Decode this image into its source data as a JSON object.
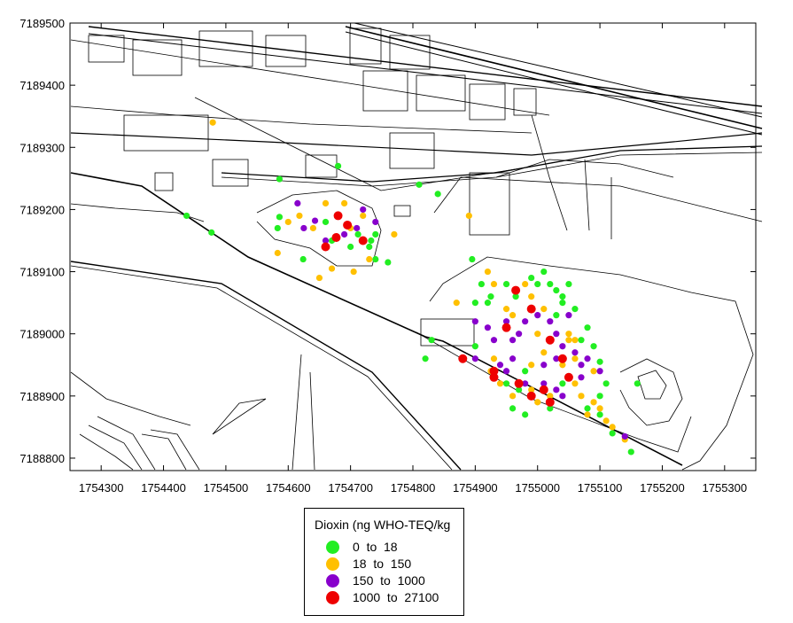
{
  "map": {
    "x_ticks": [
      "1754300",
      "1754400",
      "1754500",
      "1754600",
      "1754700",
      "1754800",
      "1754900",
      "1755000",
      "1755100",
      "1755200",
      "1755300"
    ],
    "y_ticks": [
      "7189500",
      "7189400",
      "7189300",
      "7189200",
      "7189100",
      "7189000",
      "7188900",
      "7188800"
    ],
    "xlim": [
      1754250,
      1755350
    ],
    "ylim": [
      7188780,
      7189500
    ]
  },
  "legend": {
    "title": "Dioxin (ng WHO-TEQ/kg",
    "classes": [
      {
        "label": "0  to  18",
        "color": "#22ee22"
      },
      {
        "label": "18  to  150",
        "color": "#ffc000"
      },
      {
        "label": "150  to  1000",
        "color": "#8800cc"
      },
      {
        "label": "1000  to  27100",
        "color": "#ee0000"
      }
    ]
  },
  "chart_data": {
    "type": "scatter",
    "title": "",
    "xlabel": "",
    "ylabel": "",
    "xlim": [
      1754250,
      1755350
    ],
    "ylim": [
      7188780,
      7189500
    ],
    "grid": false,
    "legend_position": "bottom-center",
    "series": [
      {
        "name": "0  to  18",
        "color": "#22ee22",
        "points": [
          [
            1754437,
            7189190
          ],
          [
            1754477,
            7189163
          ],
          [
            1754586,
            7189249
          ],
          [
            1754586,
            7189188
          ],
          [
            1754583,
            7189170
          ],
          [
            1754624,
            7189120
          ],
          [
            1754660,
            7189180
          ],
          [
            1754712,
            7189160
          ],
          [
            1754733,
            7189150
          ],
          [
            1754740,
            7189160
          ],
          [
            1754730,
            7189140
          ],
          [
            1754670,
            7189150
          ],
          [
            1754700,
            7189140
          ],
          [
            1754740,
            7189120
          ],
          [
            1754760,
            7189115
          ],
          [
            1754680,
            7189270
          ],
          [
            1754810,
            7189240
          ],
          [
            1754840,
            7189225
          ],
          [
            1754895,
            7189120
          ],
          [
            1754910,
            7189080
          ],
          [
            1754925,
            7189060
          ],
          [
            1754900,
            7189050
          ],
          [
            1754920,
            7189050
          ],
          [
            1754950,
            7189080
          ],
          [
            1754965,
            7189060
          ],
          [
            1754990,
            7189090
          ],
          [
            1755000,
            7189080
          ],
          [
            1755010,
            7189100
          ],
          [
            1755020,
            7189080
          ],
          [
            1755030,
            7189070
          ],
          [
            1755040,
            7189060
          ],
          [
            1755050,
            7189080
          ],
          [
            1755040,
            7189050
          ],
          [
            1755030,
            7189030
          ],
          [
            1755060,
            7189040
          ],
          [
            1755080,
            7189010
          ],
          [
            1755090,
            7188980
          ],
          [
            1755100,
            7188955
          ],
          [
            1755110,
            7188920
          ],
          [
            1755100,
            7188900
          ],
          [
            1755080,
            7188880
          ],
          [
            1755100,
            7188870
          ],
          [
            1755120,
            7188840
          ],
          [
            1755150,
            7188810
          ],
          [
            1755070,
            7188990
          ],
          [
            1755040,
            7188920
          ],
          [
            1755020,
            7188880
          ],
          [
            1754980,
            7188940
          ],
          [
            1754970,
            7188910
          ],
          [
            1754950,
            7188920
          ],
          [
            1754830,
            7188990
          ],
          [
            1754820,
            7188960
          ],
          [
            1754900,
            7188980
          ],
          [
            1754960,
            7188880
          ],
          [
            1754980,
            7188870
          ],
          [
            1755160,
            7188920
          ]
        ]
      },
      {
        "name": "18  to  150",
        "color": "#ffc000",
        "points": [
          [
            1754479,
            7189340
          ],
          [
            1754583,
            7189130
          ],
          [
            1754600,
            7189180
          ],
          [
            1754618,
            7189190
          ],
          [
            1754640,
            7189170
          ],
          [
            1754660,
            7189210
          ],
          [
            1754690,
            7189210
          ],
          [
            1754700,
            7189170
          ],
          [
            1754720,
            7189190
          ],
          [
            1754730,
            7189120
          ],
          [
            1754770,
            7189160
          ],
          [
            1754650,
            7189090
          ],
          [
            1754670,
            7189105
          ],
          [
            1754705,
            7189100
          ],
          [
            1754890,
            7189190
          ],
          [
            1754870,
            7189050
          ],
          [
            1754920,
            7189100
          ],
          [
            1754930,
            7189080
          ],
          [
            1754950,
            7189040
          ],
          [
            1754960,
            7189030
          ],
          [
            1754980,
            7189080
          ],
          [
            1754990,
            7189060
          ],
          [
            1755010,
            7189040
          ],
          [
            1755050,
            7189000
          ],
          [
            1755060,
            7188990
          ],
          [
            1755000,
            7189000
          ],
          [
            1755010,
            7188970
          ],
          [
            1754990,
            7188950
          ],
          [
            1754930,
            7188960
          ],
          [
            1754925,
            7188940
          ],
          [
            1754940,
            7188920
          ],
          [
            1754960,
            7188900
          ],
          [
            1755000,
            7188890
          ],
          [
            1755020,
            7188900
          ],
          [
            1755070,
            7188900
          ],
          [
            1755080,
            7188870
          ],
          [
            1755090,
            7188890
          ],
          [
            1755100,
            7188880
          ],
          [
            1755110,
            7188860
          ],
          [
            1755120,
            7188850
          ],
          [
            1755140,
            7188830
          ],
          [
            1755060,
            7188920
          ],
          [
            1755090,
            7188940
          ],
          [
            1755060,
            7188960
          ],
          [
            1755050,
            7188990
          ],
          [
            1755040,
            7188950
          ],
          [
            1754990,
            7188910
          ]
        ]
      },
      {
        "name": "150  to  1000",
        "color": "#8800cc",
        "points": [
          [
            1754615,
            7189210
          ],
          [
            1754625,
            7189170
          ],
          [
            1754643,
            7189182
          ],
          [
            1754660,
            7189150
          ],
          [
            1754690,
            7189160
          ],
          [
            1754710,
            7189170
          ],
          [
            1754740,
            7189180
          ],
          [
            1754720,
            7189200
          ],
          [
            1754900,
            7189020
          ],
          [
            1754920,
            7189010
          ],
          [
            1754950,
            7189020
          ],
          [
            1754970,
            7189000
          ],
          [
            1754980,
            7189020
          ],
          [
            1754990,
            7189040
          ],
          [
            1755000,
            7189030
          ],
          [
            1755020,
            7189020
          ],
          [
            1755030,
            7189000
          ],
          [
            1755040,
            7188980
          ],
          [
            1755060,
            7188970
          ],
          [
            1755070,
            7188950
          ],
          [
            1755030,
            7188960
          ],
          [
            1755010,
            7188950
          ],
          [
            1754960,
            7188960
          ],
          [
            1754940,
            7188950
          ],
          [
            1754950,
            7188940
          ],
          [
            1754980,
            7188920
          ],
          [
            1754990,
            7188900
          ],
          [
            1755010,
            7188920
          ],
          [
            1755030,
            7188910
          ],
          [
            1755040,
            7188900
          ],
          [
            1755070,
            7188930
          ],
          [
            1755080,
            7188960
          ],
          [
            1755100,
            7188940
          ],
          [
            1755050,
            7189030
          ],
          [
            1754960,
            7188990
          ],
          [
            1754900,
            7188960
          ],
          [
            1754930,
            7188990
          ],
          [
            1755140,
            7188835
          ]
        ]
      },
      {
        "name": "1000  to  27100",
        "color": "#ee0000",
        "points": [
          [
            1754680,
            7189190
          ],
          [
            1754677,
            7189155
          ],
          [
            1754695,
            7189175
          ],
          [
            1754720,
            7189150
          ],
          [
            1754660,
            7189140
          ],
          [
            1754965,
            7189070
          ],
          [
            1754990,
            7189040
          ],
          [
            1754950,
            7189010
          ],
          [
            1755020,
            7188990
          ],
          [
            1755040,
            7188960
          ],
          [
            1755050,
            7188930
          ],
          [
            1754930,
            7188940
          ],
          [
            1754930,
            7188930
          ],
          [
            1754970,
            7188920
          ],
          [
            1755010,
            7188910
          ],
          [
            1754990,
            7188900
          ],
          [
            1755020,
            7188890
          ],
          [
            1754880,
            7188960
          ]
        ]
      }
    ]
  }
}
